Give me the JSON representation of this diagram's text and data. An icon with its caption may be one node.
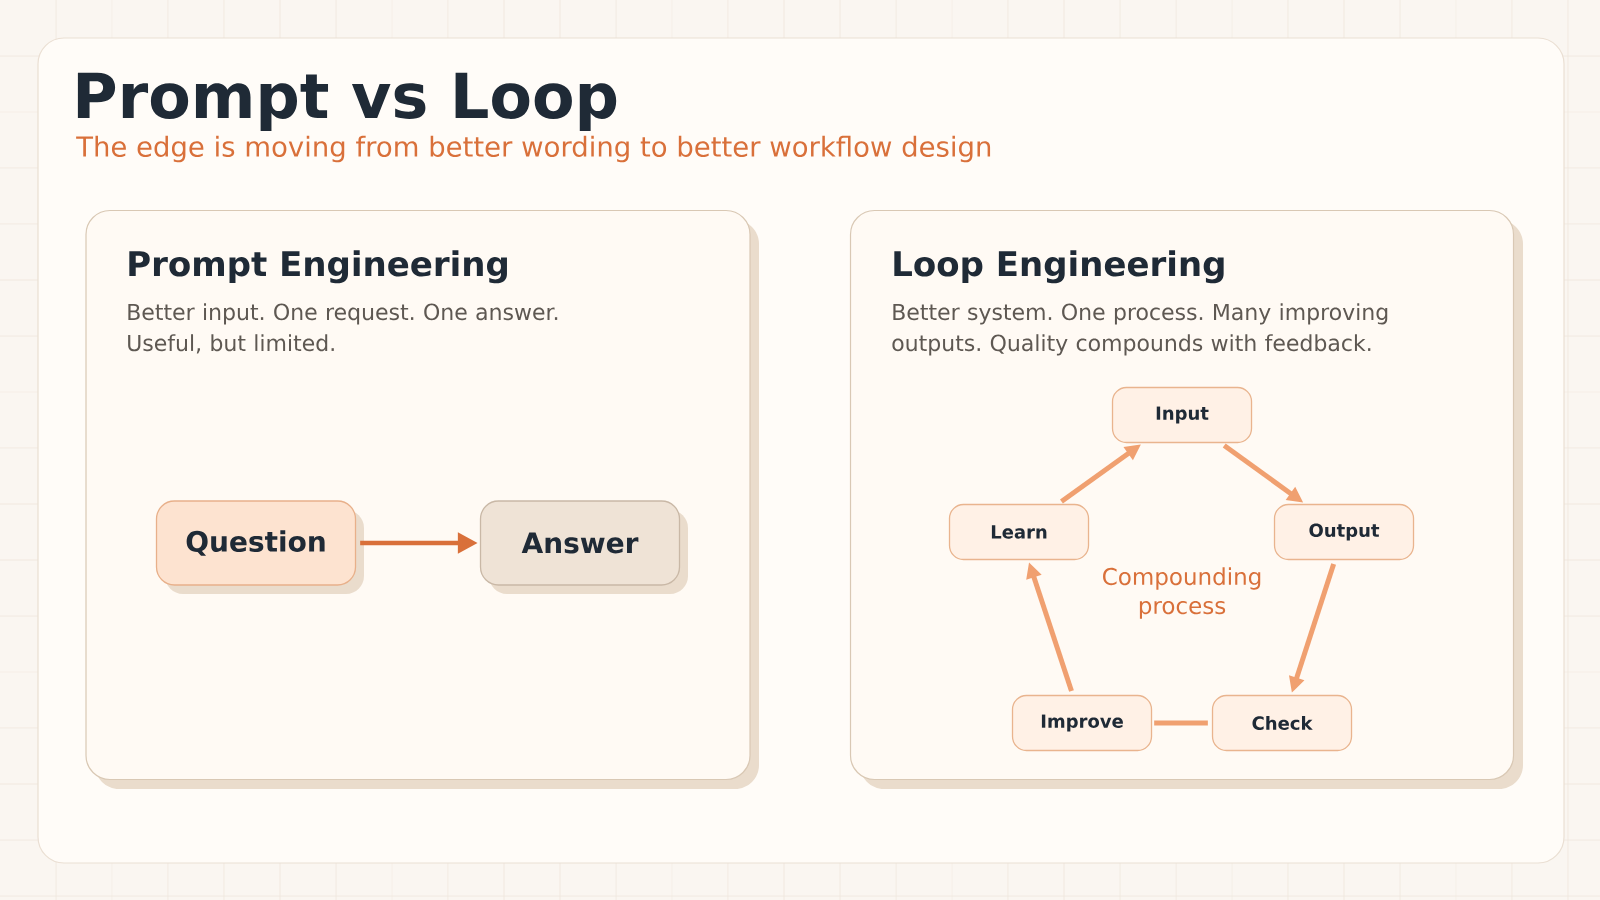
{
  "diagram": {
    "title": "Prompt vs Loop",
    "nodes": [
      {
        "text": [
          "Prompt Engineering",
          "Better input. One request. One answer. Useful, but limited."
        ]
      },
      {
        "text": [
          "Question"
        ],
        "in": 0
      },
      {
        "text": [
          "Answer"
        ],
        "in": 0
      },
      {
        "text": [
          "Loop Engineering",
          "Better system. One process. Many improving outputs. Quality compounds with feedback."
        ]
      },
      {
        "text": [
          "Input"
        ],
        "in": 3
      },
      {
        "text": [
          "Output"
        ],
        "in": 3
      },
      {
        "text": [
          "Check"
        ],
        "in": 3
      },
      {
        "text": [
          "Improve"
        ],
        "in": 3
      },
      {
        "text": [
          "Learn"
        ],
        "in": 3
      }
    ],
    "edges": [
      {
        "from": 1,
        "to": 2,
        "arrow": "to",
        "color": "#d9703a"
      },
      {
        "from": 4,
        "to": 5,
        "arrow": "to"
      },
      {
        "from": 5,
        "to": 6,
        "arrow": "to"
      },
      {
        "from": 6,
        "to": 7,
        "arrow": "none"
      },
      {
        "from": 7,
        "to": 8,
        "arrow": "to"
      },
      {
        "from": 8,
        "to": 4,
        "arrow": "to"
      }
    ],
    "labels": [
      "The edge is moving from better wording to better workflow design",
      "Compounding process"
    ]
  }
}
